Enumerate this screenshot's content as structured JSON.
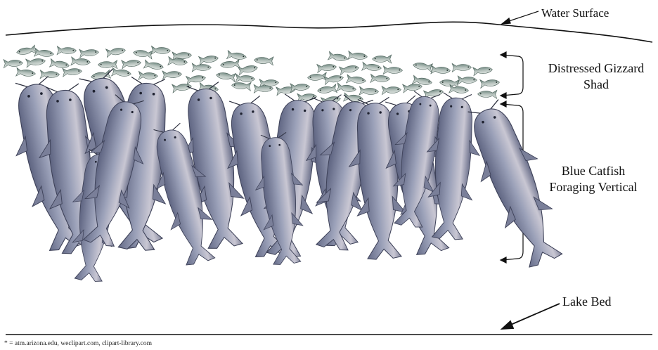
{
  "labels": {
    "water_surface": "Water Surface",
    "shad_line1": "Distressed Gizzard",
    "shad_line2": "Shad",
    "catfish_line1": "Blue Catfish",
    "catfish_line2": "Foraging Vertical",
    "lake_bed": "Lake Bed"
  },
  "credit": "* = atm.arizona.edu, weclipart.com, clipart-library.com",
  "colors": {
    "catfish_body": "#8d93ad",
    "catfish_dark": "#5d6380",
    "catfish_belly": "#d9d6dd",
    "shad_body": "#aeb9b4",
    "shad_back": "#5f7a72",
    "line": "#111111"
  }
}
